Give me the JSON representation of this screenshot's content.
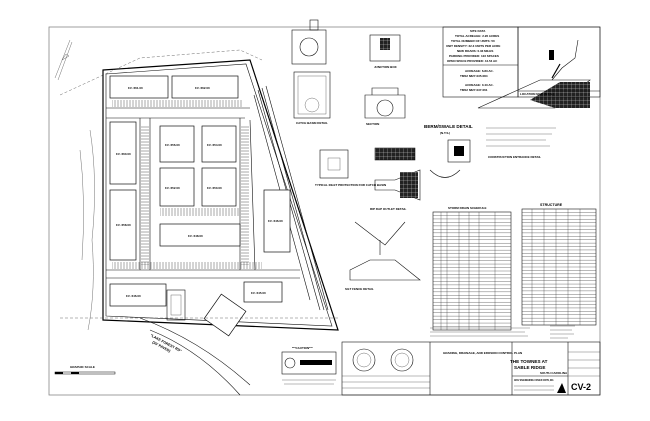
{
  "site_data": {
    "heading": "SITE DATA",
    "lines": [
      "TOTAL ACREAGE: 2.26 ACRES",
      "TOTAL NUMBER OF UNITS: 50",
      "UNIT DENSITY: 22.3 UNITS PER ACRE",
      "NEW ROADS: 0.33 MILES",
      "PARKING PROVIDED: 123 SPACES",
      "OPEN SPACE PROVIDED: 44.54 AC"
    ],
    "parcels": [
      {
        "acreage": "ACREAGE: 6.83 AC.",
        "tms": "TMS# 6827-035-084"
      },
      {
        "acreage": "ACREAGE: 0.43 AC.",
        "tms": "TMS# 6827-037-061"
      }
    ]
  },
  "location_map": {
    "label": "LOCATION MAP (N.T.S.)"
  },
  "site_plan": {
    "buildings": [
      "F.F. 661.00",
      "F.F. 662.00",
      "F.F. 660.00",
      "F.F. 658.00",
      "F.F. 656.00",
      "F.F. 654.00",
      "F.F. 652.00",
      "F.F. 650.00",
      "F.F. 648.00",
      "F.F. 646.00",
      "F.F. 646.00",
      "F.F. 645.00"
    ],
    "road_name": "\"LAKE FOREST RD\"",
    "road_desc": "(30' PAVED)",
    "graphic_scale": "GRAPHIC SCALE"
  },
  "details": {
    "berm_swale": "BERM/SWALE DETAIL",
    "berm_nts": "(N.T.S.)",
    "construction_entrance": "CONSTRUCTION ENTRANCE DETAIL",
    "inlet_protection": "TYPICAL INLET PROTECTION FOR CATCH BASIN",
    "junction_box": "JUNCTION BOX",
    "catch_basin": "CATCH BASIN DETAIL",
    "riprap": "RIP RAP OUTLET DETAIL",
    "silt_fence": "SILT FENCE DETAIL",
    "section": "SECTION"
  },
  "tables": {
    "storm_drain_title": "STORM DRAIN SCHEDULE",
    "structure_title": "STRUCTURE"
  },
  "caution": {
    "title": "***CAUTION***"
  },
  "title_block": {
    "plan_title": "GRADING, DRAINAGE, AND EROSION CONTROL PLAN",
    "project_line1": "THE TOWNES AT",
    "project_line2": "SABLE RIDGE",
    "location": "SOUTH CAROLINA",
    "firm": "GRAY ENGINEERING CONSULTANTS, INC.",
    "sheet_no": "CV-2"
  },
  "colors": {
    "ink": "#000000",
    "paper": "#ffffff",
    "frame": "#888888"
  }
}
